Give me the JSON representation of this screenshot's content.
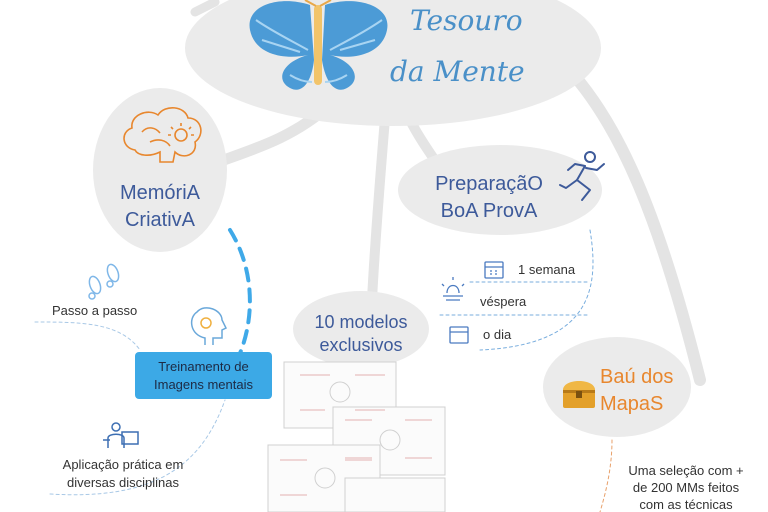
{
  "central": {
    "title_line1": "Tesouro",
    "title_line2": "da Mente"
  },
  "branches": {
    "memoria": {
      "title_line1": "MemóriA",
      "title_line2": "CriativA",
      "children": {
        "passo": "Passo a passo",
        "treinamento": {
          "line1": "Treinamento de",
          "line2": "Imagens mentais"
        },
        "aplicacao": {
          "line1": "Aplicação prática em",
          "line2": "diversas disciplinas"
        }
      }
    },
    "modelos": {
      "title_line1": "10 modelos",
      "title_line2": "exclusivos"
    },
    "preparacao": {
      "title_line1": "PreparaçãO",
      "title_line2": "BoA ProvA",
      "items": [
        "1 semana",
        "véspera",
        "o dia"
      ]
    },
    "bau": {
      "title_line1": "Baú dos",
      "title_line2": "MapaS",
      "desc_line1": "Uma seleção com +",
      "desc_line2": "de 200 MMs feitos",
      "desc_line3": "com as técnicas"
    }
  },
  "colors": {
    "bubble": "#ebebeb",
    "branch": "#e4e4e4",
    "blue_title": "#3d5a9a",
    "brand_blue": "#4a90c8",
    "orange": "#e8872e",
    "highlight": "#38a8e8",
    "dashed_blue": "#7aaede"
  }
}
